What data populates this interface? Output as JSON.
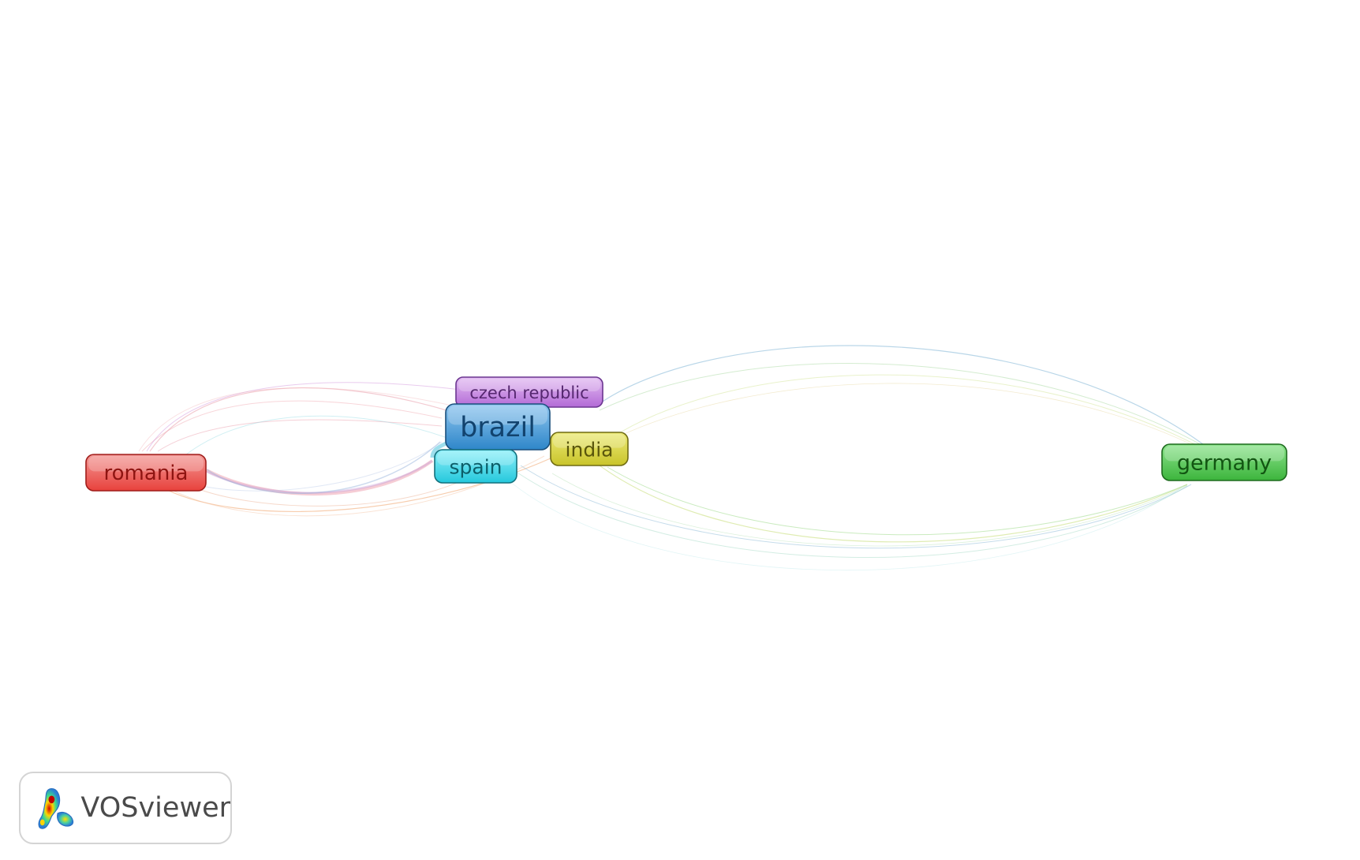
{
  "network": {
    "nodes": [
      {
        "id": "romania",
        "label": "romania",
        "color": "#e8413c",
        "fill_top": "#f39a97",
        "fill_bottom": "#e8413c",
        "stroke": "#a01d1a",
        "text_color": "#8e1411",
        "cluster": 1
      },
      {
        "id": "czech-republic",
        "label": "czech republic",
        "color": "#b36ad6",
        "fill_top": "#e3bdf2",
        "fill_bottom": "#b36ad6",
        "stroke": "#6b3690",
        "text_color": "#55276f",
        "cluster": 6
      },
      {
        "id": "brazil",
        "label": "brazil",
        "color": "#2e86c9",
        "fill_top": "#8fc6ef",
        "fill_bottom": "#2e86c9",
        "stroke": "#1a4f7c",
        "text_color": "#12436e",
        "cluster": 3
      },
      {
        "id": "india",
        "label": "india",
        "color": "#c9c42a",
        "fill_top": "#ecea78",
        "fill_bottom": "#c9c42a",
        "stroke": "#6f6b12",
        "text_color": "#5a560c",
        "cluster": 4
      },
      {
        "id": "spain",
        "label": "spain",
        "color": "#25c8dc",
        "fill_top": "#8ff0fa",
        "fill_bottom": "#25c8dc",
        "stroke": "#13707c",
        "text_color": "#0c5e69",
        "cluster": 5
      },
      {
        "id": "germany",
        "label": "germany",
        "color": "#3cb43c",
        "fill_top": "#8ee48e",
        "fill_bottom": "#3cb43c",
        "stroke": "#1d6a1d",
        "text_color": "#125512",
        "cluster": 2
      }
    ]
  },
  "brand": {
    "name": "VOSviewer",
    "logo_icon": "vosviewer-logo-icon"
  }
}
